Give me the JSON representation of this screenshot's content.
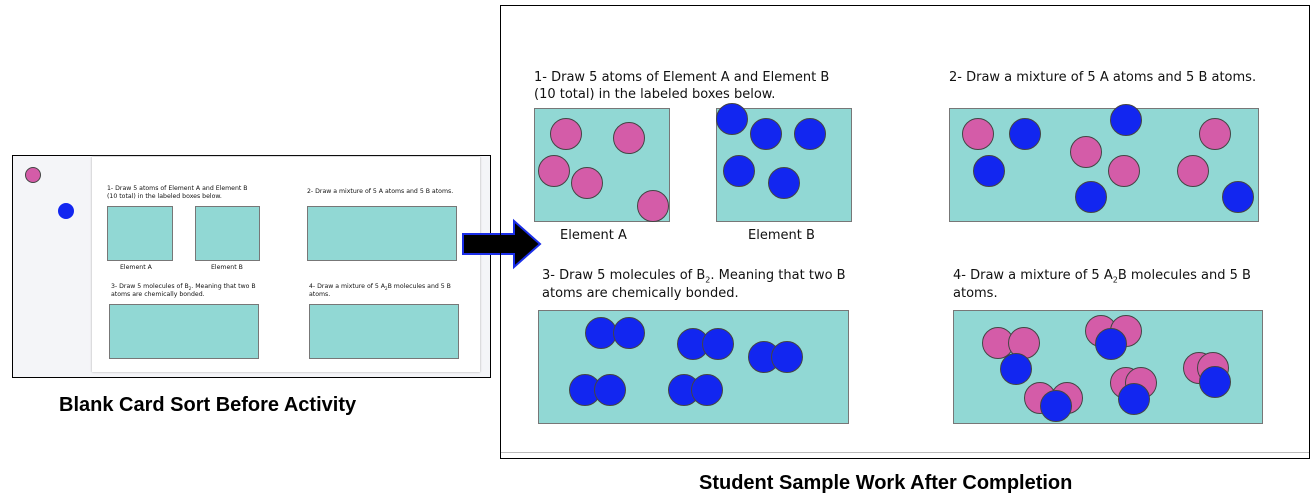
{
  "colors": {
    "atom_a": "#d45ca8",
    "atom_b": "#1226f0",
    "box": "#91d8d4"
  },
  "before": {
    "caption": "Blank Card Sort Before Activity",
    "q1": [
      "1- Draw 5 atoms of Element A and Element B",
      "(10 total) in the labeled boxes below."
    ],
    "q2": "2- Draw a mixture of 5 A atoms and 5 B atoms.",
    "q3": {
      "pre": "3- Draw 5 molecules of B",
      "sub": "2",
      "post": ". Meaning that two B",
      "line2": "atoms are chemically bonded."
    },
    "q4": {
      "pre": "4- Draw a mixture of 5 A",
      "sub": "2",
      "post": "B molecules and 5 B",
      "line2": "atoms."
    },
    "label_a": "Element A",
    "label_b": "Element B"
  },
  "after": {
    "caption": "Student Sample Work After Completion",
    "q1": [
      "1- Draw 5 atoms of Element A and Element B",
      "(10 total) in the labeled boxes below."
    ],
    "q2": "2- Draw a mixture of 5 A atoms and 5 B atoms.",
    "q3": {
      "pre": "3- Draw 5 molecules of B",
      "sub": "2",
      "post": ". Meaning that two B",
      "line2": "atoms are chemically bonded."
    },
    "q4": {
      "pre": "4- Draw a mixture of 5 A",
      "sub": "2",
      "post": "B molecules and 5 B",
      "line2": "atoms."
    },
    "label_a": "Element A",
    "label_b": "Element B"
  },
  "arrow_icon": "right-arrow-icon"
}
